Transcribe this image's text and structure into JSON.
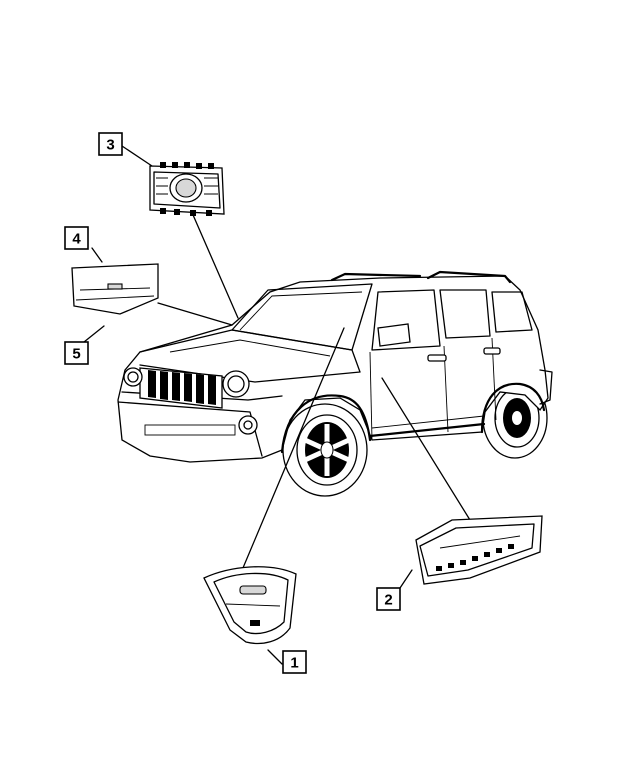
{
  "callouts": [
    {
      "id": "callout-1",
      "label": "1"
    },
    {
      "id": "callout-2",
      "label": "2"
    },
    {
      "id": "callout-3",
      "label": "3"
    },
    {
      "id": "callout-4",
      "label": "4"
    },
    {
      "id": "callout-5",
      "label": "5"
    }
  ]
}
